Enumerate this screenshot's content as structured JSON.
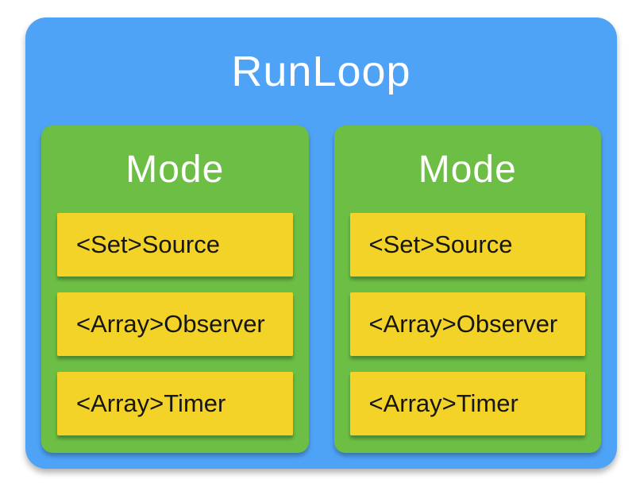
{
  "diagram": {
    "title": "RunLoop",
    "modes": [
      {
        "title": "Mode",
        "items": [
          "<Set>Source",
          "<Array>Observer",
          "<Array>Timer"
        ]
      },
      {
        "title": "Mode",
        "items": [
          "<Set>Source",
          "<Array>Observer",
          "<Array>Timer"
        ]
      }
    ],
    "colors": {
      "page_bg": "#FFFFFF",
      "runloop_bg": "#4FA3F7",
      "mode_bg": "#6CBE44",
      "item_bg": "#F4D328",
      "title_text": "#FFFFFF",
      "item_text": "#161616"
    }
  }
}
